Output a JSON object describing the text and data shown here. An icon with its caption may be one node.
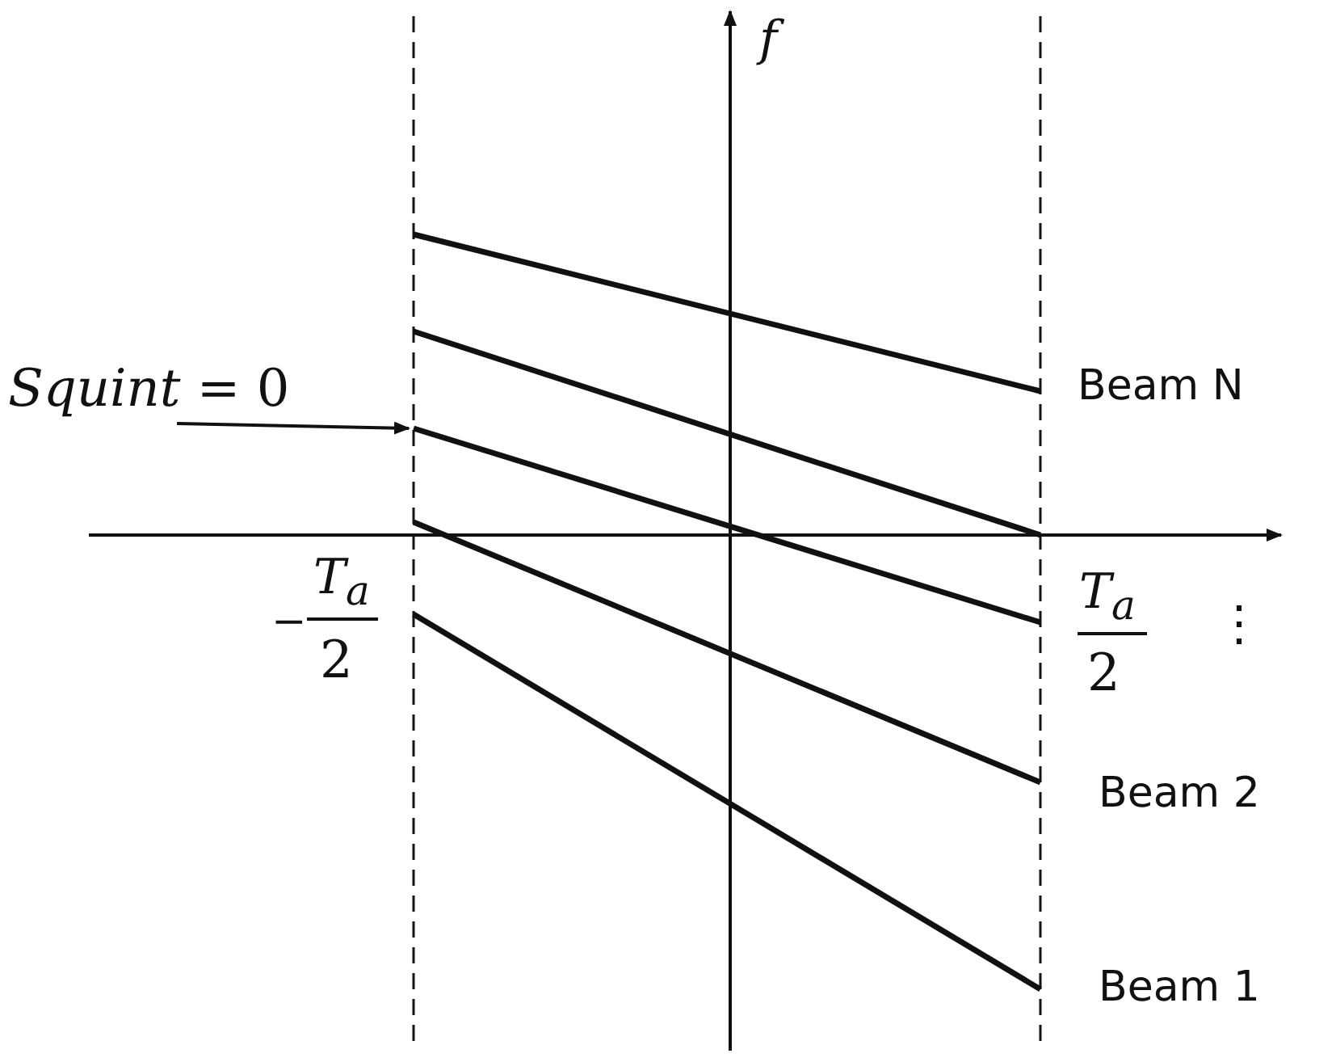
{
  "diagram": {
    "nodes": [
      {
        "text": [
          "*Squint* = 0"
        ]
      },
      {
        "text": [],
        "shape": "line"
      }
    ],
    "edges": [
      {
        "from": 0,
        "to": 1,
        "arrow": "to"
      }
    ],
    "labels": [
      "f",
      "Beam N",
      "T$_{a}$",
      "−",
      "2",
      "T$_{a}$",
      "2",
      "⋮",
      "Beam 2",
      "Beam 1"
    ]
  }
}
